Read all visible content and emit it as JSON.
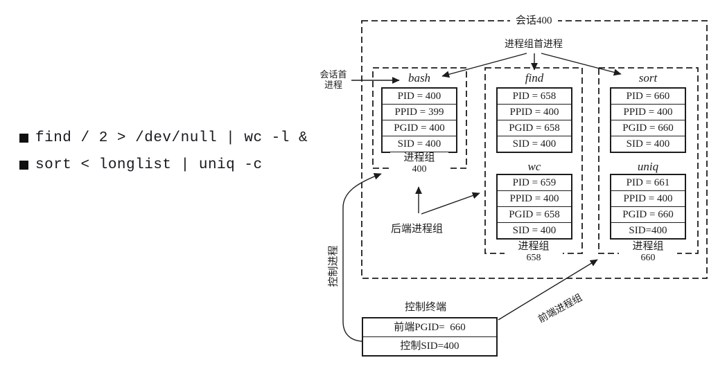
{
  "commands": [
    {
      "bullet": "filled-square",
      "text": "find / 2 > /dev/null | wc -l &"
    },
    {
      "bullet": "filled-square",
      "text": "sort < longlist | uniq -c"
    }
  ],
  "diagram": {
    "session_title": "会话400",
    "labels": {
      "group_leader": "进程组首进程",
      "session_leader": [
        "会话首",
        "进程"
      ],
      "background_group": "后端进程组",
      "controlling_process": "控制进程",
      "foreground_group": "前端进程组"
    },
    "groups": [
      {
        "caption": "进程组",
        "number": "400"
      },
      {
        "caption": "进程组",
        "number": "658"
      },
      {
        "caption": "进程组",
        "number": "660"
      }
    ],
    "processes": [
      {
        "name": "bash",
        "rows": [
          "PID = 400",
          "PPID = 399",
          "PGID = 400",
          "SID = 400"
        ]
      },
      {
        "name": "find",
        "rows": [
          "PID = 658",
          "PPID = 400",
          "PGID = 658",
          "SID = 400"
        ]
      },
      {
        "name": "wc",
        "rows": [
          "PID = 659",
          "PPID = 400",
          "PGID = 658",
          "SID = 400"
        ]
      },
      {
        "name": "sort",
        "rows": [
          "PID = 660",
          "PPID = 400",
          "PGID = 660",
          "SID = 400"
        ]
      },
      {
        "name": "uniq",
        "rows": [
          "PID = 661",
          "PPID = 400",
          "PGID = 660",
          "SID=400"
        ]
      }
    ],
    "terminal": {
      "label": "控制终端",
      "rows": [
        "前端PGID=  660",
        "控制SID=400"
      ]
    }
  },
  "colors": {
    "ink": "#1c1c1c",
    "background": "#ffffff"
  }
}
